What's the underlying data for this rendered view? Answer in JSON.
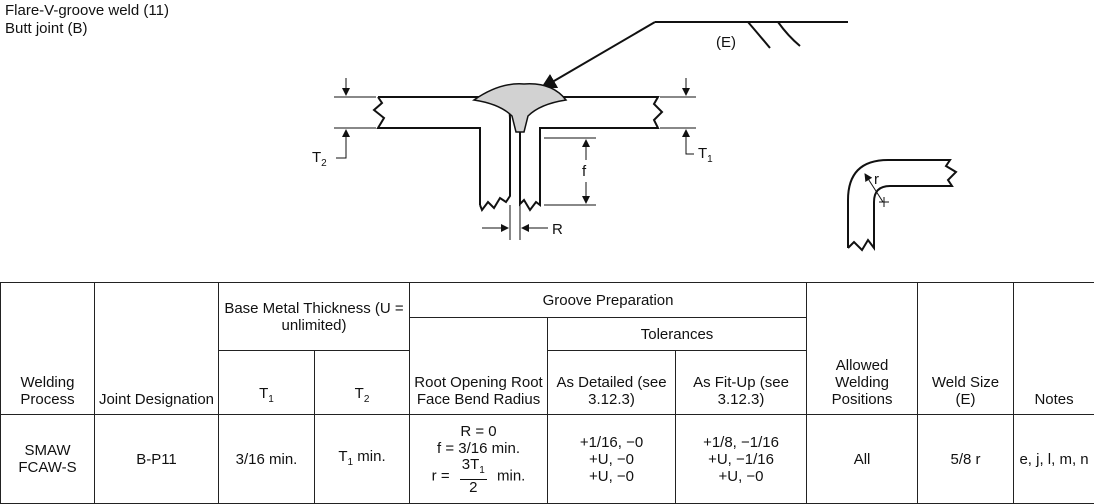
{
  "caption": {
    "line1": "Flare-V-groove weld (11)",
    "line2": "Butt joint (B)"
  },
  "diagram": {
    "label_E": "(E)",
    "label_T2": "T",
    "label_T2_sub": "2",
    "label_T1": "T",
    "label_T1_sub": "1",
    "label_f": "f",
    "label_R": "R",
    "label_r": "r"
  },
  "table": {
    "headers": {
      "welding_process": "Welding Process",
      "joint_designation": "Joint Designation",
      "base_metal_thickness": "Base Metal Thickness (U = unlimited)",
      "t1": "T",
      "t1_sub": "1",
      "t2": "T",
      "t2_sub": "2",
      "groove_preparation": "Groove Preparation",
      "root_opening": "Root Opening Root Face Bend Radius",
      "tolerances": "Tolerances",
      "as_detailed": "As Detailed (see 3.12.3)",
      "as_fit_up": "As Fit-Up (see 3.12.3)",
      "allowed_positions": "Allowed Welding Positions",
      "weld_size": "Weld Size (E)",
      "notes": "Notes"
    },
    "row": {
      "welding_process": "SMAW FCAW-S",
      "joint_designation": "B-P11",
      "t1": "3/16 min.",
      "t2_prefix": "T",
      "t2_sub": "1",
      "t2_suffix": " min.",
      "root_R": "R = 0",
      "root_f": "f = 3/16 min.",
      "root_r_prefix": "r =",
      "root_r_num": "3T",
      "root_r_num_sub": "1",
      "root_r_den": "2",
      "root_r_suffix": "min.",
      "as_detailed": [
        "+1/16, −0",
        "+U, −0",
        "+U, −0"
      ],
      "as_fit_up": [
        "+1/8, −1/16",
        "+U, −1/16",
        "+U, −0"
      ],
      "allowed_positions": "All",
      "weld_size": "5/8 r",
      "notes": "e, j, l, m, n"
    }
  }
}
